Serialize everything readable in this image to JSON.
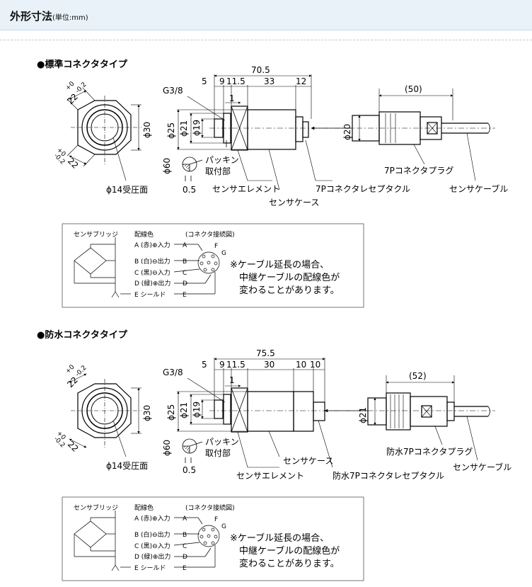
{
  "header": {
    "title": "外形寸法",
    "unit": "(単位:mm)"
  },
  "sections": [
    {
      "title": "●標準コネクタタイプ",
      "dims": {
        "total": "70.5",
        "d1": "5",
        "d2": "9",
        "d3": "11.5",
        "d4": "33",
        "d5": "12",
        "d6": "1",
        "cable": "(50)",
        "thread": "G3/8",
        "phi25": "ϕ25",
        "phi21": "ϕ21",
        "phi19": "ϕ19",
        "phi20": "ϕ20",
        "phi60": "ϕ60",
        "d05": "0.5",
        "phi30": "ϕ30",
        "hex": "22",
        "tol_top": "+0",
        "tol_bot": "-0.2"
      },
      "labels": {
        "pressure_face": "ϕ14受圧面",
        "packing1": "パッキン",
        "packing2": "取付部",
        "element": "センサエレメント",
        "case": "センサケース",
        "receptacle": "7Pコネクタレセプタクル",
        "plug": "7Pコネクタプラグ",
        "cable": "センサケーブル"
      }
    },
    {
      "title": "●防水コネクタタイプ",
      "dims": {
        "total": "75.5",
        "d1": "5",
        "d2": "9",
        "d3": "11.5",
        "d4": "30",
        "d5": "10",
        "d5b": "10",
        "d6": "1",
        "cable": "(52)",
        "thread": "G3/8",
        "phi25": "ϕ25",
        "phi21": "ϕ21",
        "phi19": "ϕ19",
        "phi21b": "ϕ21",
        "phi60": "ϕ60",
        "d05": "0.5",
        "phi30": "ϕ30",
        "hex": "22",
        "tol_top": "+0",
        "tol_bot": "-0.2"
      },
      "labels": {
        "pressure_face": "ϕ14受圧面",
        "packing1": "パッキン",
        "packing2": "取付部",
        "element": "センサエレメント",
        "case": "センサケース",
        "receptacle": "防水7Pコネクタレセプタクル",
        "plug": "防水7Pコネクタプラグ",
        "cable": "センサケーブル"
      }
    }
  ],
  "wiring": {
    "bridge": "センサブリッジ",
    "color_head": "配線色",
    "connector_head": "(コネクタ接続図)",
    "rows": [
      "A (赤)⊕入力",
      "B (白)⊖出力",
      "C (黒)⊖入力",
      "D (緑)⊕出力",
      "E シールド"
    ],
    "pins": [
      "A",
      "B",
      "C",
      "D",
      "E"
    ],
    "pin_f": "F",
    "pin_g": "G",
    "note": [
      "※ケーブル延長の場合、",
      "中継ケーブルの配線色が",
      "変わることがあります。"
    ]
  }
}
